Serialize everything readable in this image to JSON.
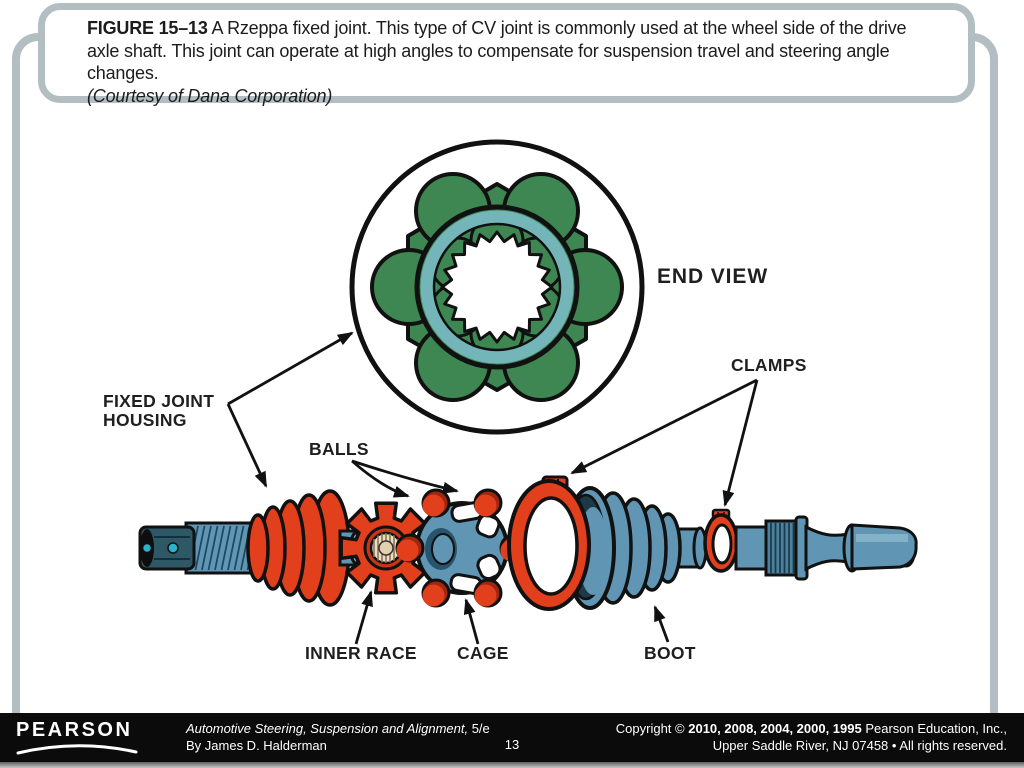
{
  "caption": {
    "figure_label": "FIGURE 15–13",
    "body": " A Rzeppa fixed joint. This type of CV joint is commonly used at the wheel side of the drive axle shaft. This joint can operate at high angles to compensate for suspension travel and steering angle changes.",
    "courtesy": "(Courtesy of Dana Corporation)"
  },
  "diagram": {
    "labels": {
      "end_view": "END VIEW",
      "clamps": "CLAMPS",
      "fixed_joint_housing_line1": "FIXED JOINT",
      "fixed_joint_housing_line2": "HOUSING",
      "balls": "BALLS",
      "inner_race": "INNER RACE",
      "cage": "CAGE",
      "boot": "BOOT"
    },
    "colors": {
      "part_red": "#e23f1c",
      "part_red_shadow": "#a02612",
      "part_blue": "#6096b4",
      "part_blue_dark": "#28546d",
      "end_view_green": "#3e8753",
      "cage_ring_teal": "#74b5ba",
      "outline": "#111111",
      "panel_border_gray": "#b3bec3",
      "footer_background": "#0b0b0b"
    }
  },
  "footer": {
    "logo": "PEARSON",
    "title_italic": "Automotive Steering, Suspension and Alignment,",
    "edition": " 5/e",
    "author": "By James D. Halderman",
    "page_number": "13",
    "copyright_prefix": "Copyright © ",
    "copyright_years": "2010, 2008, 2004, 2000, 1995",
    "copyright_suffix": " Pearson Education, Inc.,",
    "address_line": "Upper Saddle River, NJ 07458 • All rights reserved."
  }
}
